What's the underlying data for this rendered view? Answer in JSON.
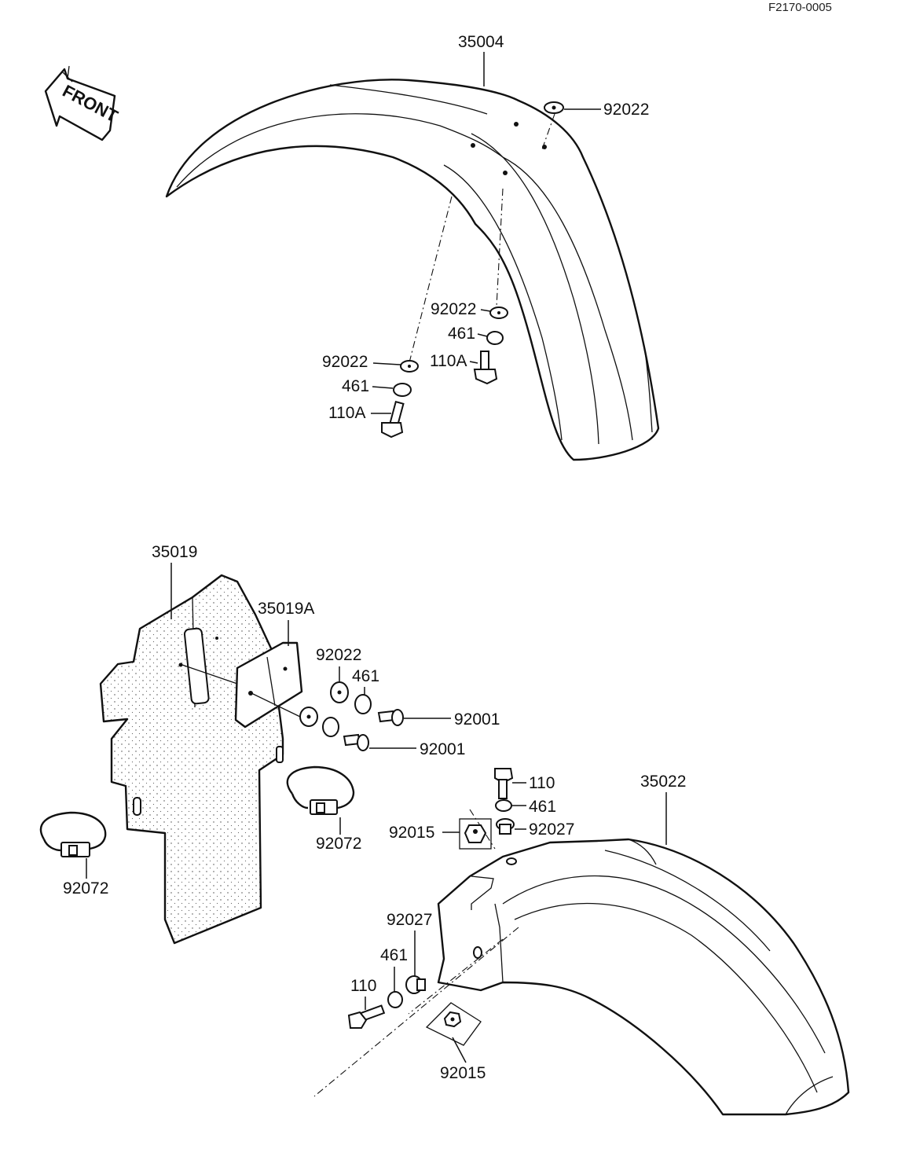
{
  "diagram": {
    "ref_code": "F2170-0005",
    "front_label": "FRONT"
  },
  "labels": {
    "l35004": "35004",
    "l92022_top": "92022",
    "l92022_mid_right": "92022",
    "l461_mid_right": "461",
    "l110A_mid_right": "110A",
    "l92022_mid_left": "92022",
    "l461_mid_left": "461",
    "l110A_mid_left": "110A",
    "l35019": "35019",
    "l35019A": "35019A",
    "l92022_flap": "92022",
    "l461_flap": "461",
    "l92001_upper": "92001",
    "l92001_lower": "92001",
    "l92072_center": "92072",
    "l92072_left": "92072",
    "l110_rear_top": "110",
    "l461_rear_top": "461",
    "l92027_rear_top": "92027",
    "l92015_rear_top": "92015",
    "l35022": "35022",
    "l92027_rear_bottom": "92027",
    "l461_rear_bottom": "461",
    "l110_rear_bottom": "110",
    "l92015_rear_bottom": "92015"
  }
}
